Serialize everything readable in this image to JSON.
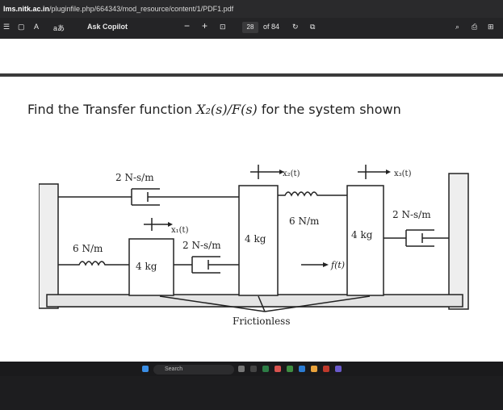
{
  "browser": {
    "url_host": "lms.nitk.ac.in",
    "url_path": "/pluginfile.php/664343/mod_resource/content/1/PDF1.pdf"
  },
  "toolbar": {
    "read_aloud_label": "A",
    "translate_label": "aあ",
    "copilot_label": "Ask Copilot",
    "zoom_out": "−",
    "zoom_in": "+",
    "page_current": "28",
    "page_total": "of 84"
  },
  "document": {
    "question_prefix": "Find the Transfer function ",
    "question_math": "X₂(s)/F(s)",
    "question_suffix": " for the system shown"
  },
  "figure": {
    "left_spring": "6 N/m",
    "left_mass": "4 kg",
    "top_damper": "2 N-s/m",
    "mid_damper": "2 N-s/m",
    "mid_mass": "4 kg",
    "mid_spring": "6 N/m",
    "right_mass": "4 kg",
    "right_damper": "2 N-s/m",
    "x1": "x₁(t)",
    "x2": "x₂(t)",
    "x3": "x₃(t)",
    "force": "f(t)",
    "frictionless": "Frictionless"
  },
  "taskbar": {
    "search_placeholder": "Search"
  },
  "colors": {
    "background": "#1d1d1f",
    "page": "#ffffff",
    "line": "#222222"
  }
}
